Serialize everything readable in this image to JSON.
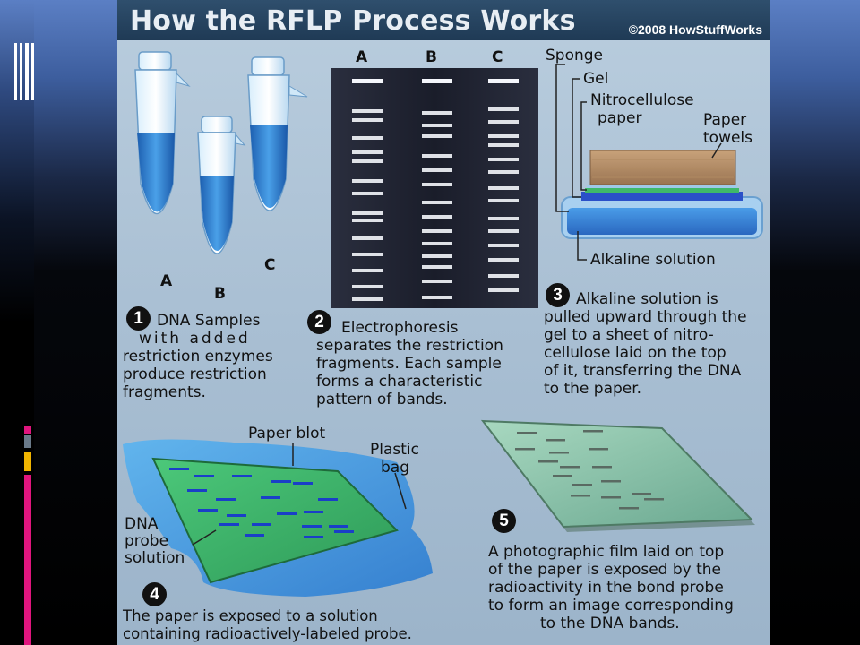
{
  "title": "How the RFLP Process Works",
  "copyright": "©2008 HowStuffWorks",
  "step1": {
    "number": "1",
    "tube_labels": [
      "A",
      "B",
      "C"
    ],
    "lines": [
      "DNA Samples",
      "with added",
      "restriction enzymes",
      "produce restriction",
      "fragments."
    ]
  },
  "step2": {
    "number": "2",
    "lane_labels": [
      "A",
      "B",
      "C"
    ],
    "lines": [
      "Electrophoresis",
      "separates the restriction",
      "fragments. Each sample",
      "forms a characteristic",
      "pattern of bands."
    ]
  },
  "step3": {
    "number": "3",
    "labels": {
      "sponge": "Sponge",
      "gel": "Gel",
      "nitro_line1": "Nitrocellulose",
      "nitro_line2": "paper",
      "towels_line1": "Paper",
      "towels_line2": "towels",
      "alkaline": "Alkaline solution"
    },
    "lines": [
      "Alkaline solution is",
      "pulled upward through the",
      "gel to a sheet of nitro-",
      "cellulose laid on the top",
      "of it, transferring the DNA",
      "to the paper."
    ]
  },
  "step4": {
    "number": "4",
    "labels": {
      "paper_blot": "Paper blot",
      "plastic_line1": "Plastic",
      "plastic_line2": "bag",
      "probe_line1": "DNA",
      "probe_line2": "probe",
      "probe_line3": "solution"
    },
    "lines": [
      "The paper is exposed to a solution",
      "containing radioactively-labeled probe."
    ]
  },
  "step5": {
    "number": "5",
    "lines": [
      "A photographic film laid on top",
      "of the paper is exposed by the",
      "radioactivity in the bond probe",
      "to form an image corresponding",
      "to the DNA bands."
    ]
  },
  "colors": {
    "panel": "#a9bfd3",
    "title_bar": "#2f4f6d",
    "liquid_blue": "#2a74c8",
    "gel_dark": "#1a1e2c",
    "blot_green": "#3fb86a",
    "film_green": "#8fc4a8"
  }
}
